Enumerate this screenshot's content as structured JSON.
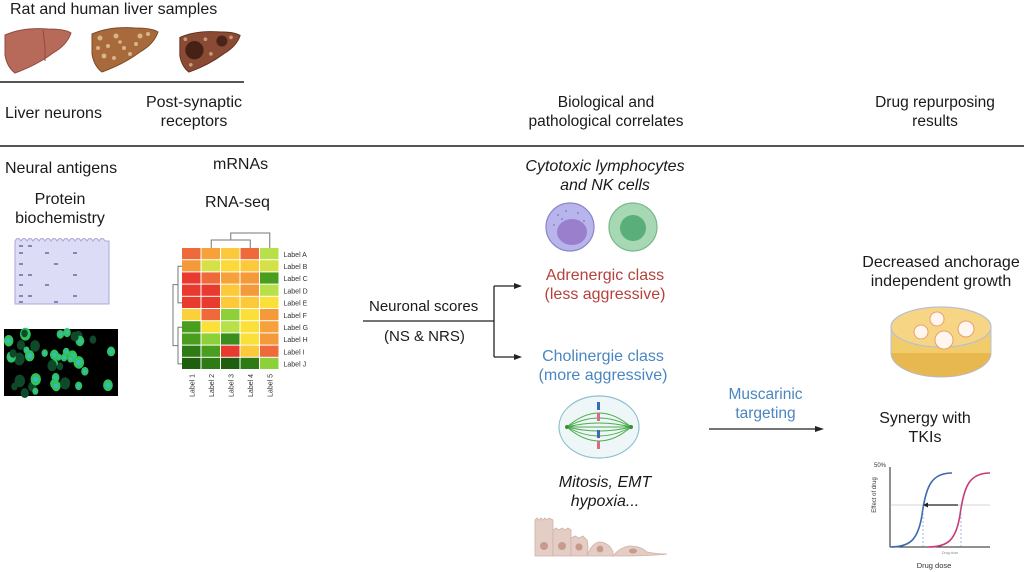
{
  "header": {
    "samples_title": "Rat and human liver samples",
    "liver_icons": [
      "healthy-liver-icon",
      "fibrotic-liver-icon",
      "tumor-liver-icon"
    ]
  },
  "columns": {
    "liver_neurons": "Liver neurons",
    "post_synaptic": [
      "Post-synaptic",
      "receptors"
    ],
    "bio_correlates": [
      "Biological and",
      "pathological correlates"
    ],
    "drug_results": [
      "Drug repurposing",
      "results"
    ]
  },
  "left": {
    "neural_antigens": "Neural antigens",
    "protein_biochem": [
      "Protein",
      "biochemistry"
    ],
    "gel_icon": "western-blot-gel-icon",
    "micro_icon": "immunofluorescence-micrograph-icon"
  },
  "mrna": {
    "title": "mRNAs",
    "method": "RNA-seq",
    "heatmap": {
      "row_labels": [
        "Label A",
        "Label B",
        "Label C",
        "Label D",
        "Label E",
        "Label F",
        "Label G",
        "Label H",
        "Label I",
        "Label J"
      ],
      "col_labels": [
        "Label 1",
        "Label 2",
        "Label 3",
        "Label 4",
        "Label 5"
      ],
      "colors": [
        [
          "#ef6a3a",
          "#f6a13a",
          "#fbc93a",
          "#ef6a3a",
          "#b8e04a"
        ],
        [
          "#f49a3a",
          "#d6e14a",
          "#fbd93a",
          "#fbc93a",
          "#d6e14a"
        ],
        [
          "#e83a2e",
          "#ef6a3a",
          "#f6a13a",
          "#f49a3a",
          "#4a9e1e"
        ],
        [
          "#e83a2e",
          "#e83a2e",
          "#fbc93a",
          "#f49a3a",
          "#b8e04a"
        ],
        [
          "#e83a2e",
          "#e83a2e",
          "#fbc93a",
          "#fbc93a",
          "#fbe03a"
        ],
        [
          "#fbd03a",
          "#ef6a3a",
          "#8ed03a",
          "#fbe03a",
          "#f49a3a"
        ],
        [
          "#4a9e1e",
          "#fbe03a",
          "#b8e04a",
          "#fbe03a",
          "#f6a13a"
        ],
        [
          "#4a9e1e",
          "#8ed03a",
          "#3a8e1e",
          "#fbe03a",
          "#f49a3a"
        ],
        [
          "#2e7a14",
          "#4a9e1e",
          "#e83a2e",
          "#fbc93a",
          "#ef6a3a"
        ],
        [
          "#1e5e0e",
          "#2e7a14",
          "#1e5e0e",
          "#2e7a14",
          "#8ed03a"
        ]
      ]
    }
  },
  "scores": {
    "label": "Neuronal scores",
    "sub": "(NS & NRS)"
  },
  "correlates": {
    "cells_title": [
      "Cytotoxic lymphocytes",
      "and NK cells"
    ],
    "adrenergic": [
      "Adrenergic class",
      "(less aggressive)"
    ],
    "cholinergic": [
      "Cholinergie class",
      "(more aggressive)"
    ],
    "mitosis": [
      "Mitosis, EMT",
      "hypoxia..."
    ],
    "colors": {
      "adrenergic": "#b5413d",
      "cholinergic": "#4a86c0"
    }
  },
  "targeting": [
    "Muscarinic",
    "targeting"
  ],
  "results": {
    "anchorage": [
      "Decreased anchorage",
      "independent growth"
    ],
    "synergy": [
      "Synergy with",
      "TKIs"
    ],
    "plot": {
      "ylabel": "Effect of drug",
      "ytick": "50%",
      "xlabel": "Drug dose",
      "xnote": "Drug dose"
    }
  }
}
